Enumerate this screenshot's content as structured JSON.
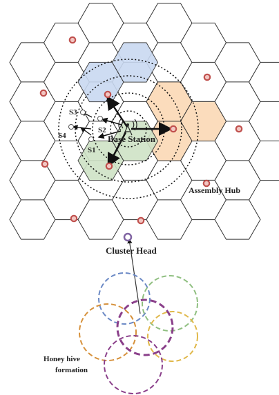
{
  "labels": {
    "base_station": "Base Station",
    "assembly_hub": "Assembly Hub",
    "cluster_head": "Cluster Head",
    "honey_hive_line1": "Honey hive",
    "honey_hive_line2": "formation",
    "s1": "S1",
    "s2": "S2",
    "s3": "S3",
    "s4": "S4"
  },
  "colors": {
    "hex_stroke": "#333333",
    "blue_zone": "#c9d9f1",
    "orange_zone": "#fbd9b5",
    "green_zone": "#cfe3c6",
    "node_fill": "#c0504d",
    "cluster_head": "#8064a2",
    "circle_blue": "#6b89c5",
    "circle_green": "#8fbf80",
    "circle_yellow": "#e0b84a",
    "circle_purple": "#8a3f8a",
    "circle_orange": "#d6903a"
  }
}
